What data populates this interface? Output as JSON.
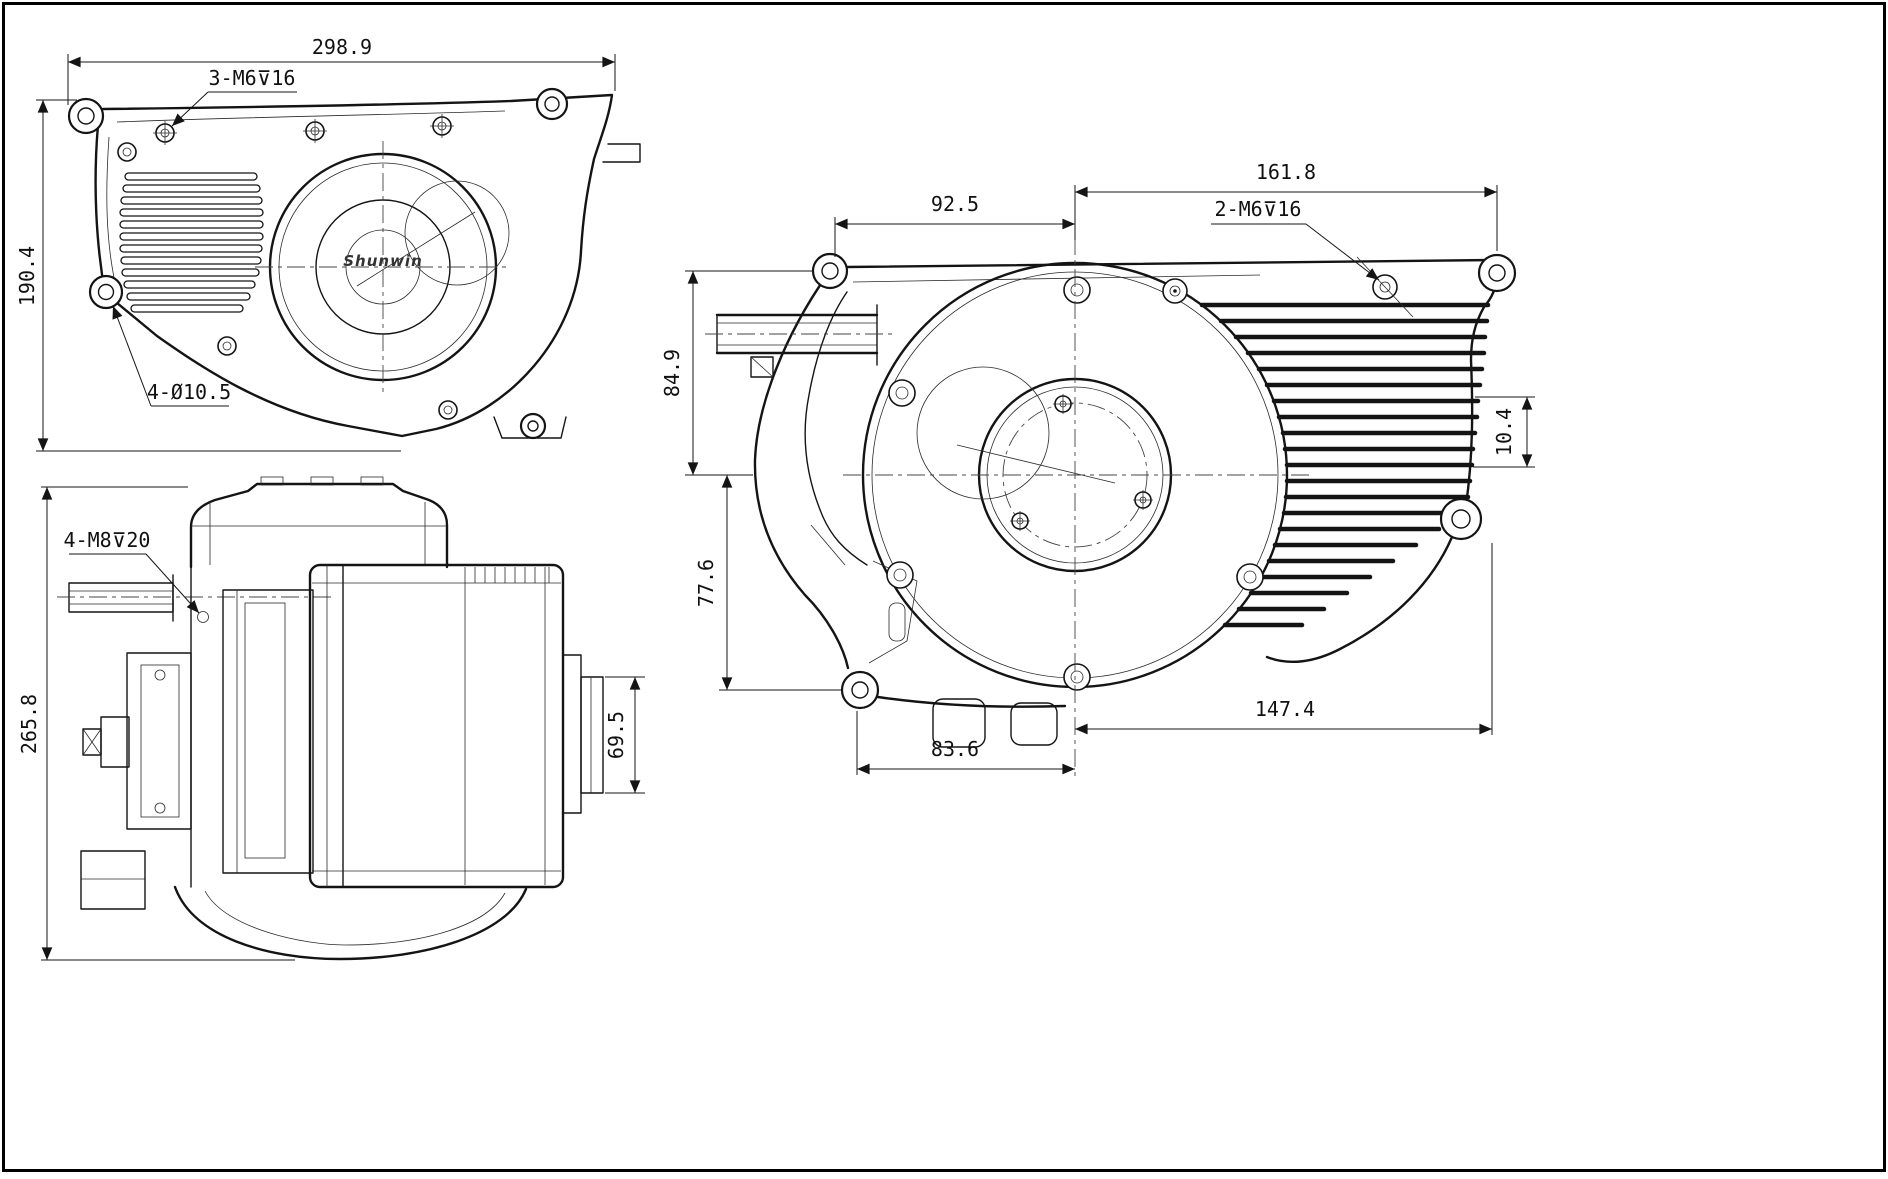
{
  "sheet": {
    "background": "#ffffff",
    "line_color": "#141414"
  },
  "brand": {
    "logo": "Shunwin"
  },
  "front_view": {
    "width": "298.9",
    "height": "190.4",
    "tapped_note": "3-M6⊽16",
    "holes_note": "4-Ø10.5"
  },
  "side_view": {
    "height": "265.8",
    "spigot_dia": "69.5",
    "tapped_note": "4-M8⊽20"
  },
  "rear_view": {
    "width_top_right": "161.8",
    "width_top_left": "92.5",
    "tapped_note": "2-M6⊽16",
    "height_upper": "84.9",
    "height_lower": "77.6",
    "offset_right": "10.4",
    "width_bottom_right": "147.4",
    "width_bottom_left": "83.6"
  }
}
